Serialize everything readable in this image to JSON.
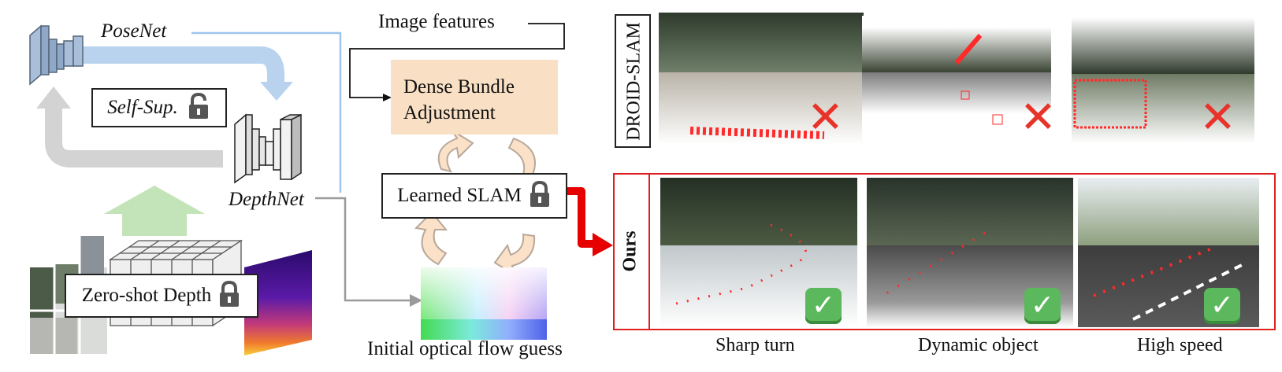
{
  "left": {
    "posenet_label": "PoseNet",
    "depthnet_label": "DepthNet",
    "selfsup_label": "Self-Sup.",
    "zeroshot_label": "Zero-shot Depth"
  },
  "middle": {
    "image_features_label": "Image features",
    "dba_line1": "Dense Bundle",
    "dba_line2": "Adjustment",
    "learned_slam_label": "Learned SLAM",
    "flow_caption": "Initial optical flow guess"
  },
  "right": {
    "droid_label": "DROID-SLAM",
    "ours_label": "Ours",
    "captions": [
      "Sharp turn",
      "Dynamic object",
      "High speed"
    ],
    "fail_icon": "cross-mark-icon",
    "success_icon": "check-mark-icon"
  },
  "colors": {
    "blue_arrow": "#b9d3ee",
    "gray_arrow": "#cfcfcf",
    "green_arrow": "#bfe0b3",
    "orange_box": "#f9dfc4",
    "ours_border": "#e02020",
    "fail_red": "#e8332b",
    "success_green": "#5cb85c"
  }
}
